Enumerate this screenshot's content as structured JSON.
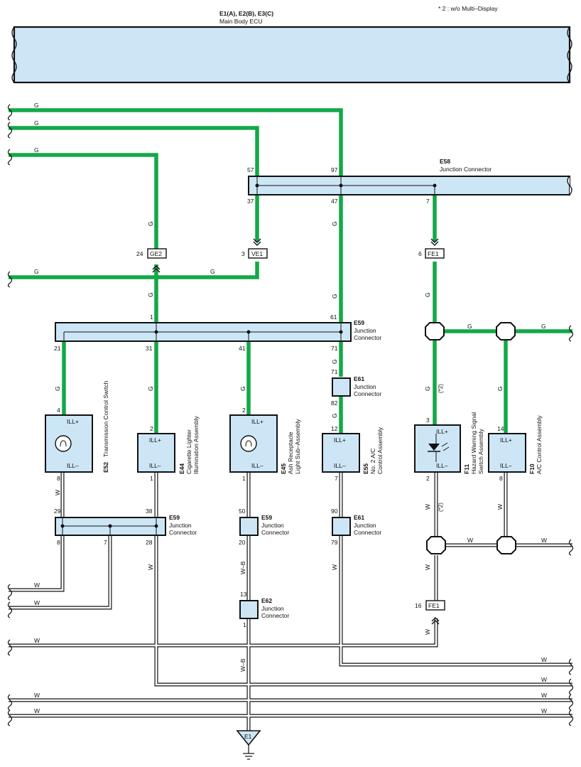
{
  "header": {
    "ecu_code": "E1(A), E2(B), E3(C)",
    "ecu_name": "Main Body ECU",
    "note": "* 2 : w/o Multi–Display"
  },
  "wire_colors": {
    "G": "G",
    "W": "W",
    "WB": "W–B"
  },
  "colors": {
    "green_wire": "#13a847",
    "component_fill": "#cce6f6",
    "outline": "#111111",
    "ecu_fill": "#cce6f6"
  },
  "connectors": {
    "E58": {
      "code": "E58",
      "name": "Junction Connector",
      "pins_top": [
        "57",
        "97"
      ],
      "pins_bottom": [
        "37",
        "47",
        "7"
      ]
    },
    "E59_top": {
      "code": "E59",
      "name_1": "Junction",
      "name_2": "Connector",
      "pin_in_1": "1",
      "pin_in_2": "61",
      "pins_out": [
        "21",
        "31",
        "41",
        "71"
      ]
    },
    "E59_bottom_left": {
      "code": "E59",
      "name_1": "Junction",
      "name_2": "Connector",
      "pins_top": [
        "29",
        "38"
      ],
      "pins_bottom": [
        "8",
        "7",
        "28"
      ]
    },
    "E59_bottom_mid": {
      "code": "E59",
      "name_1": "Junction",
      "name_2": "Connector",
      "pin_top": "50",
      "pin_bottom": "20"
    },
    "E61_top": {
      "code": "E61",
      "name_1": "Junction",
      "name_2": "Connector",
      "pin_top": "71",
      "pin_bottom": "82"
    },
    "E61_bottom": {
      "code": "E61",
      "name_1": "Junction",
      "name_2": "Connector",
      "pin_top": "90",
      "pin_bottom": "79"
    },
    "E62": {
      "code": "E62",
      "name_1": "Junction",
      "name_2": "Connector",
      "pin_top": "13",
      "pin_bottom": "1"
    }
  },
  "inline_connectors": {
    "GE2": {
      "code": "GE2",
      "pin": "24"
    },
    "VE1": {
      "code": "VE1",
      "pin": "3"
    },
    "FE1_top": {
      "code": "FE1",
      "pin": "6"
    },
    "FE1_bottom": {
      "code": "FE1",
      "pin": "16"
    }
  },
  "components": [
    {
      "code": "E52",
      "name_1": "Transmission Control Switch",
      "name_2": "",
      "pin_top": "4",
      "pin_bottom": "8",
      "label_top": "ILL+",
      "label_bottom": "ILL–"
    },
    {
      "code": "E44",
      "name_1": "Cigarette Lighter",
      "name_2": "Illumination Assembly",
      "pin_top": "2",
      "pin_bottom": "1",
      "label_top": "ILL+",
      "label_bottom": "ILL–"
    },
    {
      "code": "E45",
      "name_1": "Ash Receptacle",
      "name_2": "Light Sub–Assembly",
      "pin_top": "2",
      "pin_bottom": "1",
      "label_top": "ILL+",
      "label_bottom": "ILL–"
    },
    {
      "code": "E55",
      "name_1": "No. 2 A/C",
      "name_2": "Control Assembly",
      "pin_top": "12",
      "pin_bottom": "7",
      "label_top": "ILL+",
      "label_bottom": "ILL–"
    },
    {
      "code": "F11",
      "name_1": "Hazard Warning Signal",
      "name_2": "Switch Assembly",
      "pin_top": "3",
      "pin_bottom": "2",
      "label_top": "ILL+",
      "label_bottom": "ILL–"
    },
    {
      "code": "F10",
      "name_1": "A/C Control Assembly",
      "name_2": "",
      "pin_top": "14",
      "pin_bottom": "8",
      "label_top": "ILL+",
      "label_bottom": "ILL–"
    }
  ],
  "marks": {
    "star2": "(*2)"
  },
  "ground": {
    "code": "E1"
  }
}
